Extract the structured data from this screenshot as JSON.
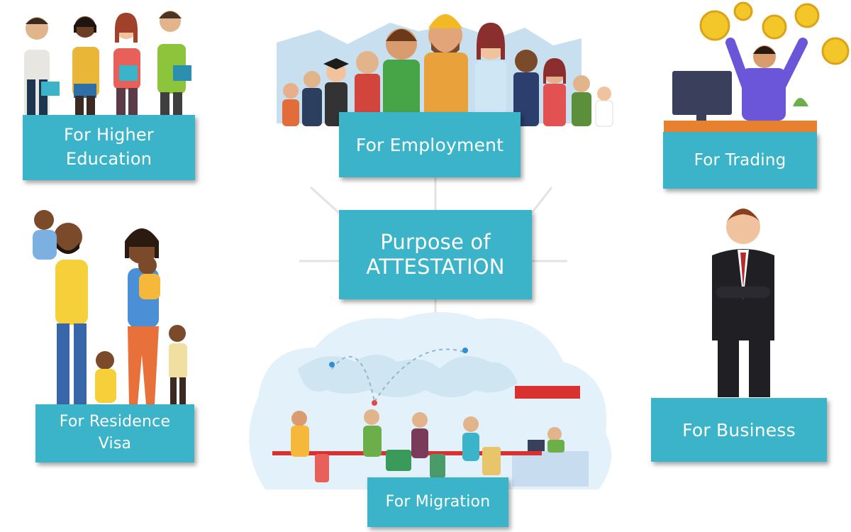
{
  "diagram": {
    "center": {
      "line1": "Purpose of",
      "line2": "ATTESTATION"
    },
    "purposes": {
      "higher_education": {
        "line1": "For Higher",
        "line2": "Education"
      },
      "employment": {
        "label": "For Employment"
      },
      "trading": {
        "label": "For Trading"
      },
      "residence_visa": {
        "line1": "For Residence",
        "line2": "Visa"
      },
      "business": {
        "label": "For Business"
      },
      "migration": {
        "label": "For Migration"
      }
    }
  },
  "colors": {
    "box": "#3bb3c8",
    "text": "#ffffff",
    "connector": "#e3e3e3"
  }
}
